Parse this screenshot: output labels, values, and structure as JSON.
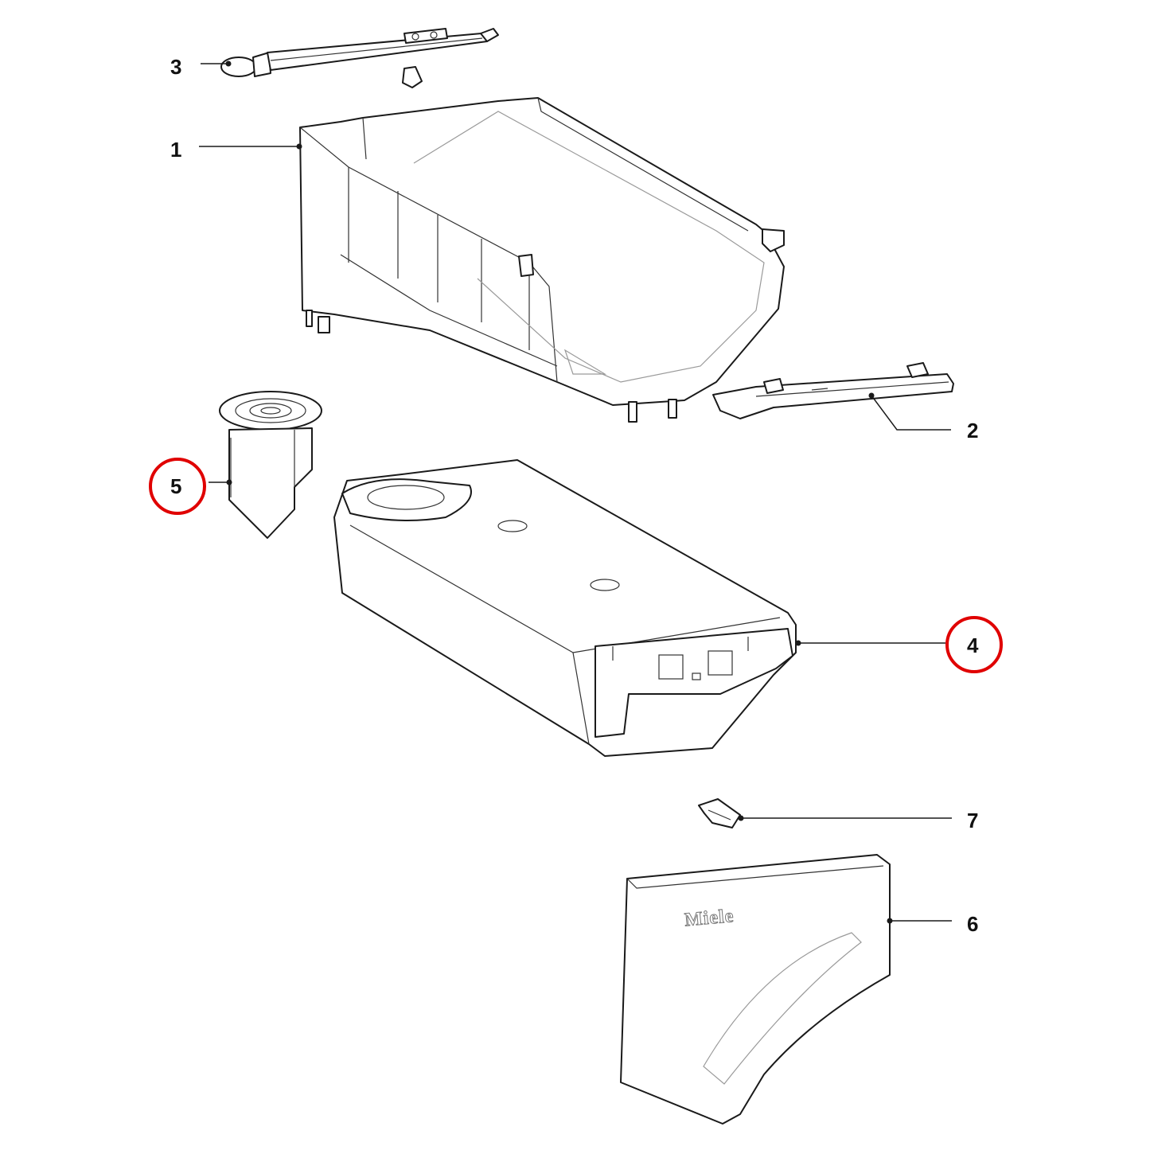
{
  "callouts": [
    {
      "id": "1",
      "label": "1",
      "highlighted": false
    },
    {
      "id": "2",
      "label": "2",
      "highlighted": false
    },
    {
      "id": "3",
      "label": "3",
      "highlighted": false
    },
    {
      "id": "4",
      "label": "4",
      "highlighted": true
    },
    {
      "id": "5",
      "label": "5",
      "highlighted": true
    },
    {
      "id": "6",
      "label": "6",
      "highlighted": false
    },
    {
      "id": "7",
      "label": "7",
      "highlighted": false
    }
  ],
  "brand_mark": "Miele",
  "colors": {
    "highlight": "#e00000",
    "line": "#1a1a1a",
    "background": "#ffffff"
  }
}
